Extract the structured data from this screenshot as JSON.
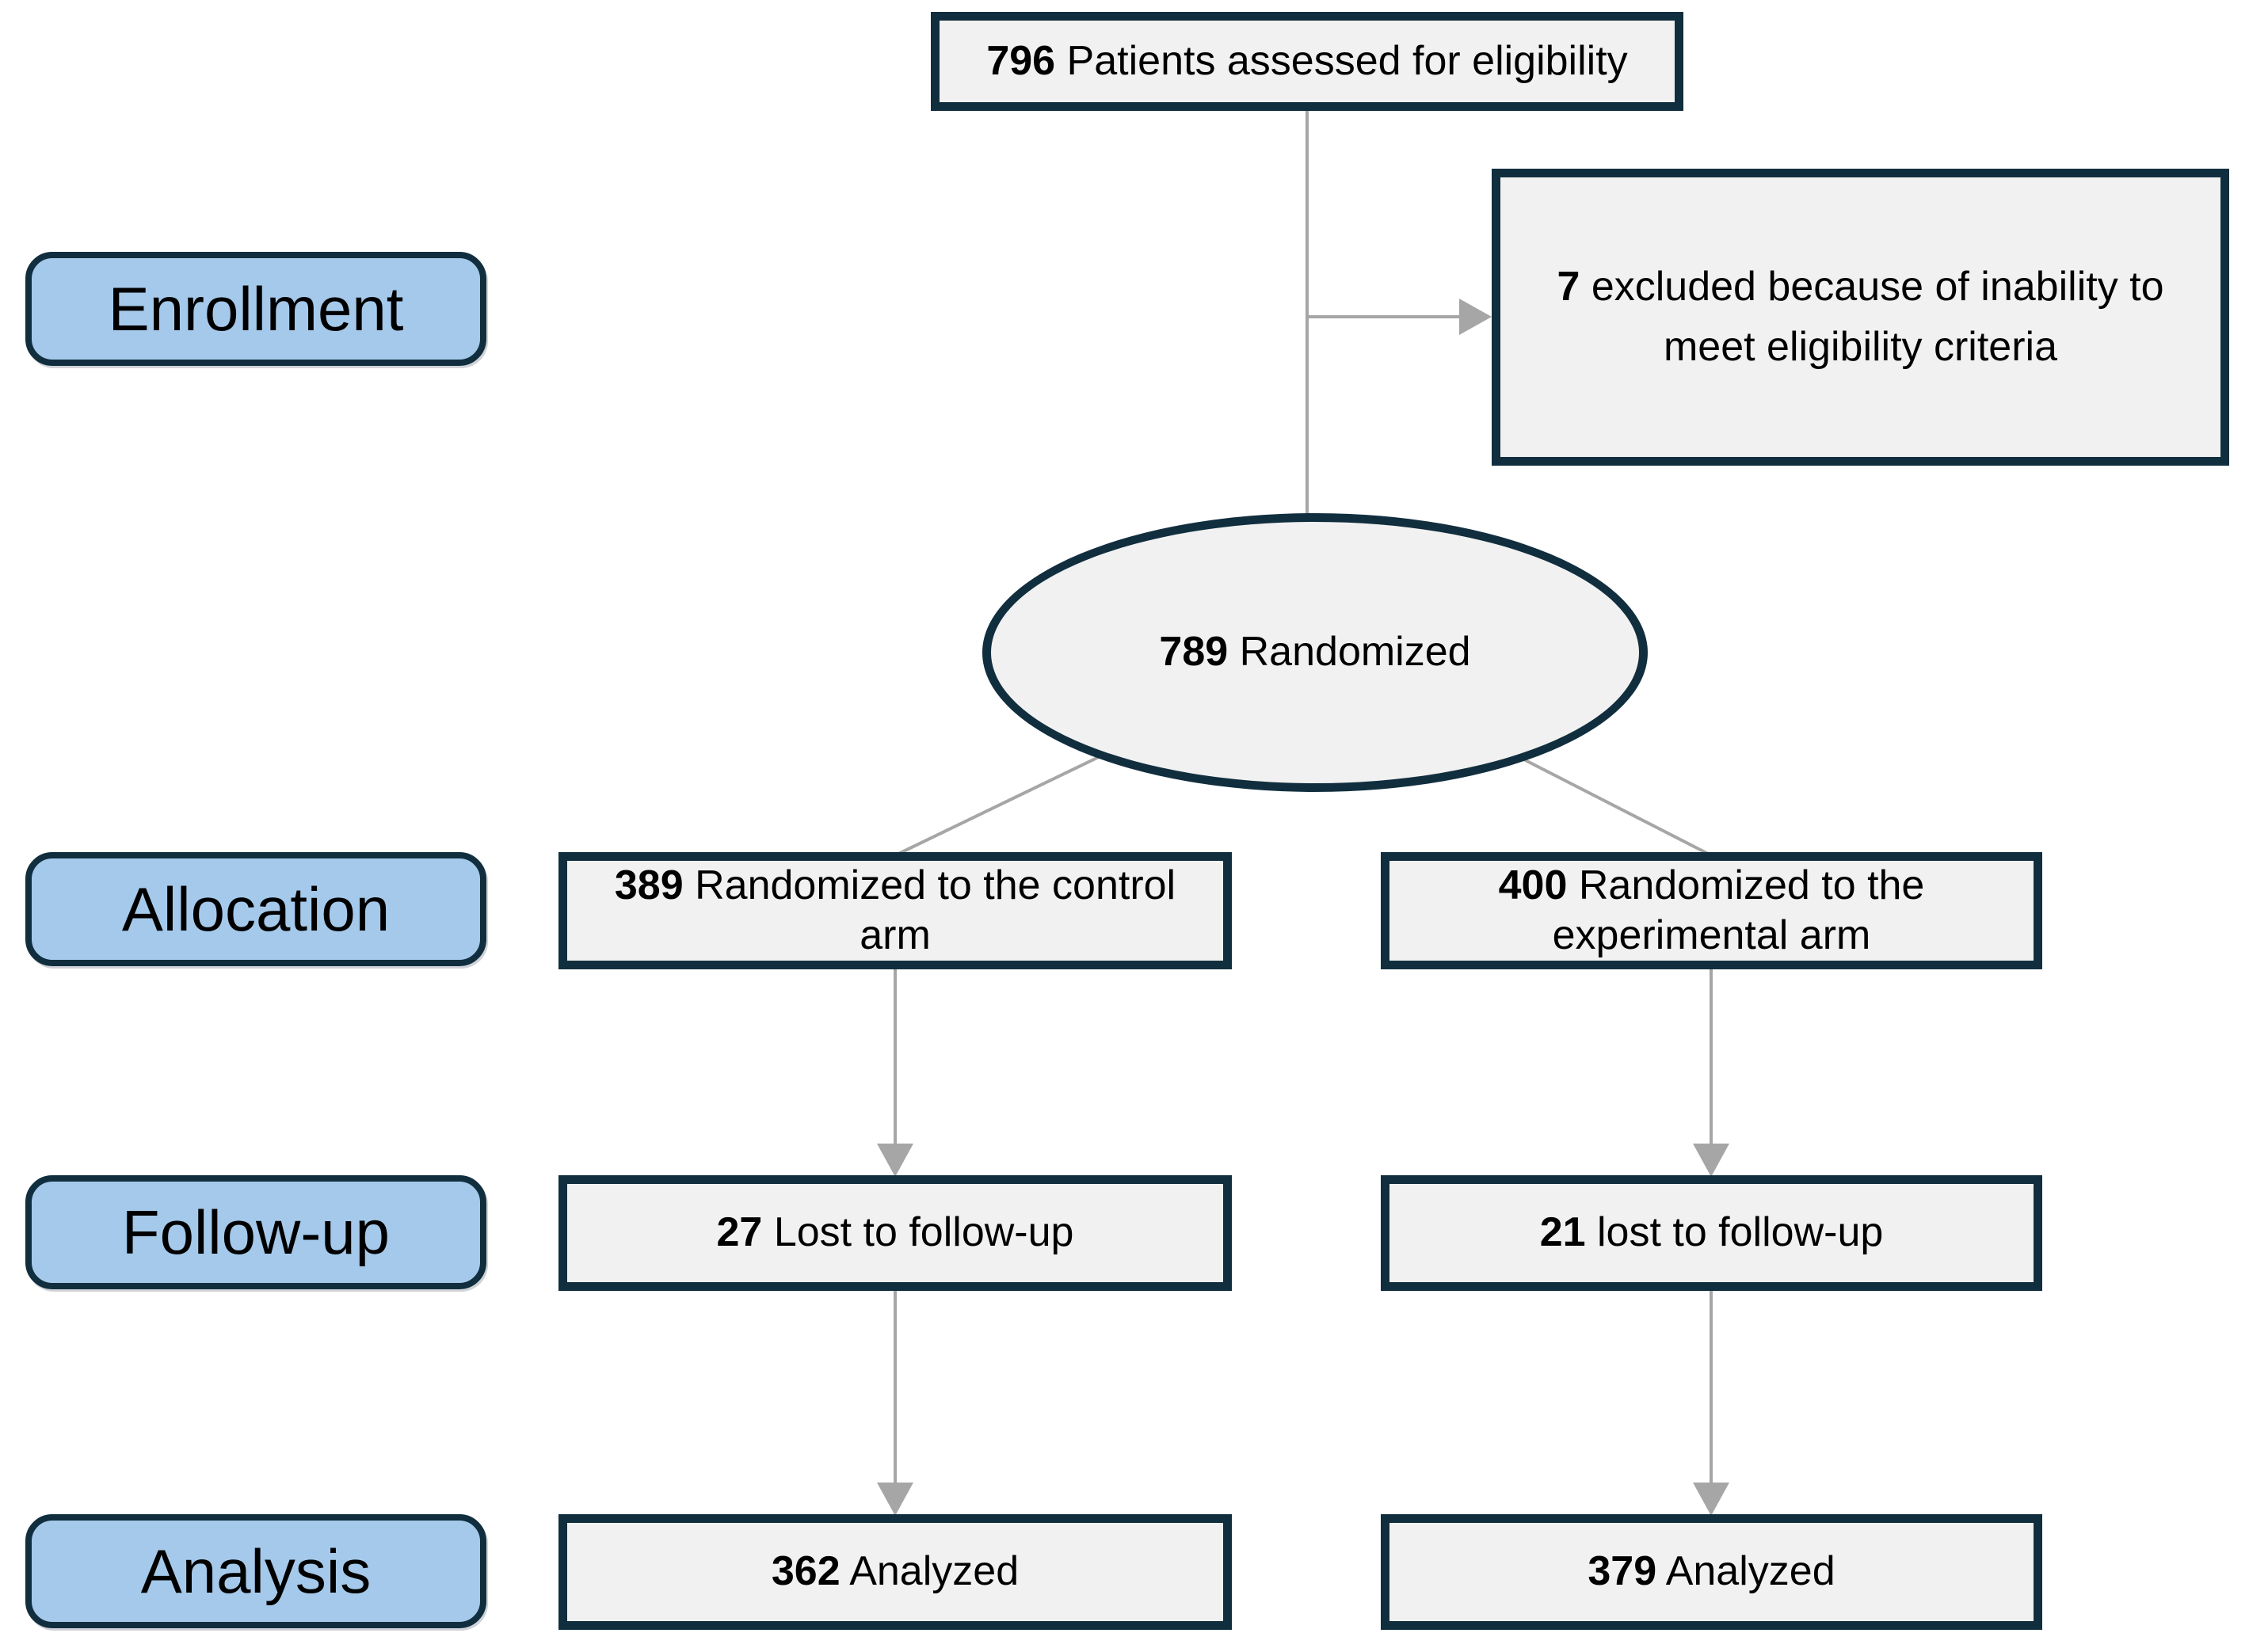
{
  "diagram": {
    "type": "consort-flow",
    "stages": [
      {
        "label": "Enrollment"
      },
      {
        "label": "Allocation"
      },
      {
        "label": "Follow-up"
      },
      {
        "label": "Analysis"
      }
    ],
    "nodes": {
      "assessed": {
        "count": "796",
        "text": "Patients assessed for eligibility"
      },
      "excluded": {
        "count": "7",
        "text": "excluded because of inability to meet eligibility criteria"
      },
      "randomized": {
        "count": "789",
        "text": "Randomized"
      },
      "allocation_control": {
        "count": "389",
        "text": "Randomized to the control arm"
      },
      "allocation_experimental": {
        "count": "400",
        "text": "Randomized to the experimental arm"
      },
      "followup_control": {
        "count": "27",
        "text": "Lost to follow-up"
      },
      "followup_experimental": {
        "count": "21",
        "text": "lost to follow-up"
      },
      "analysis_control": {
        "count": "362",
        "text": "Analyzed"
      },
      "analysis_experimental": {
        "count": "379",
        "text": "Analyzed"
      }
    },
    "colors": {
      "stage_fill": "#a5c9ea",
      "node_fill": "#f1f1f1",
      "border": "#112e3e",
      "connector": "#a6a6a6",
      "text": "#000000",
      "background": "#ffffff"
    }
  }
}
